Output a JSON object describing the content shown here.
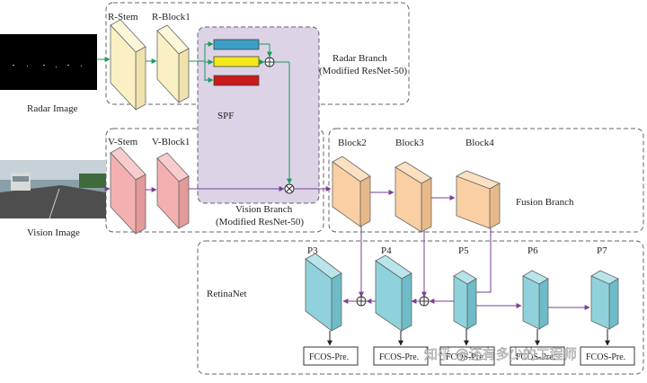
{
  "radar_branch": {
    "stem_label": "R-Stem",
    "block_label": "R-Block1",
    "title_line1": "Radar Branch",
    "title_line2": "(Modified ResNet-50)"
  },
  "vision_branch": {
    "stem_label": "V-Stem",
    "block_label": "V-Block1",
    "title_line1": "Vision Branch",
    "title_line2": "(Modified ResNet-50)"
  },
  "spf_label": "SPF",
  "inputs": {
    "radar_label": "Radar Image",
    "vision_label": "Vision Image"
  },
  "fusion_branch": {
    "title": "Fusion Branch",
    "blocks": [
      "Block2",
      "Block3",
      "Block4"
    ]
  },
  "retinanet": {
    "title": "RetinaNet",
    "levels": [
      "P3",
      "P4",
      "P5",
      "P6",
      "P7"
    ],
    "heads": [
      "FCOS-Pre.",
      "FCOS-Pre.",
      "FCOS-Pre.",
      "FCOS-Pre.",
      "FCOS-Pre."
    ]
  },
  "watermark": "知乎 @还有多少的工程师",
  "colors": {
    "radar_block": "#fbf0c4",
    "vision_block": "#f4b0b0",
    "spf_bg": "#dcd3e6",
    "fusion_block": "#f9cfa3",
    "retina_block": "#8fd2dc",
    "arrow_green": "#1a9a5a",
    "arrow_purple": "#7a3f95"
  }
}
